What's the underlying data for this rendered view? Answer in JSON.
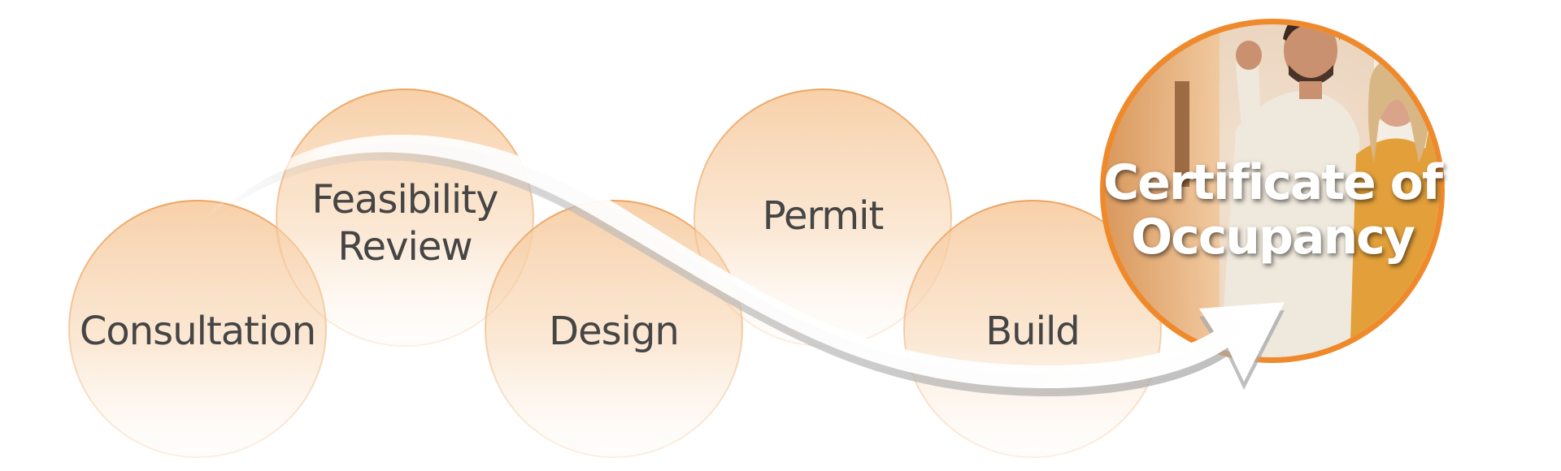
{
  "steps": [
    {
      "label_lines": [
        "Consultation"
      ]
    },
    {
      "label_lines": [
        "Feasibility",
        "Review"
      ]
    },
    {
      "label_lines": [
        "Design"
      ]
    },
    {
      "label_lines": [
        "Permit"
      ]
    },
    {
      "label_lines": [
        "Build"
      ]
    }
  ],
  "final": {
    "label_lines": [
      "Certificate of",
      "Occupancy"
    ]
  },
  "colors": {
    "bubble_fill": "#f6c89a",
    "bubble_stroke": "#ec9d55",
    "final_ring": "#ef8a2c",
    "text": "#454545",
    "arrow_face": "#ffffff",
    "arrow_shadow": "#b7b7b7"
  },
  "icons": {
    "final_photo": "happy-couple-with-keys-photo"
  }
}
